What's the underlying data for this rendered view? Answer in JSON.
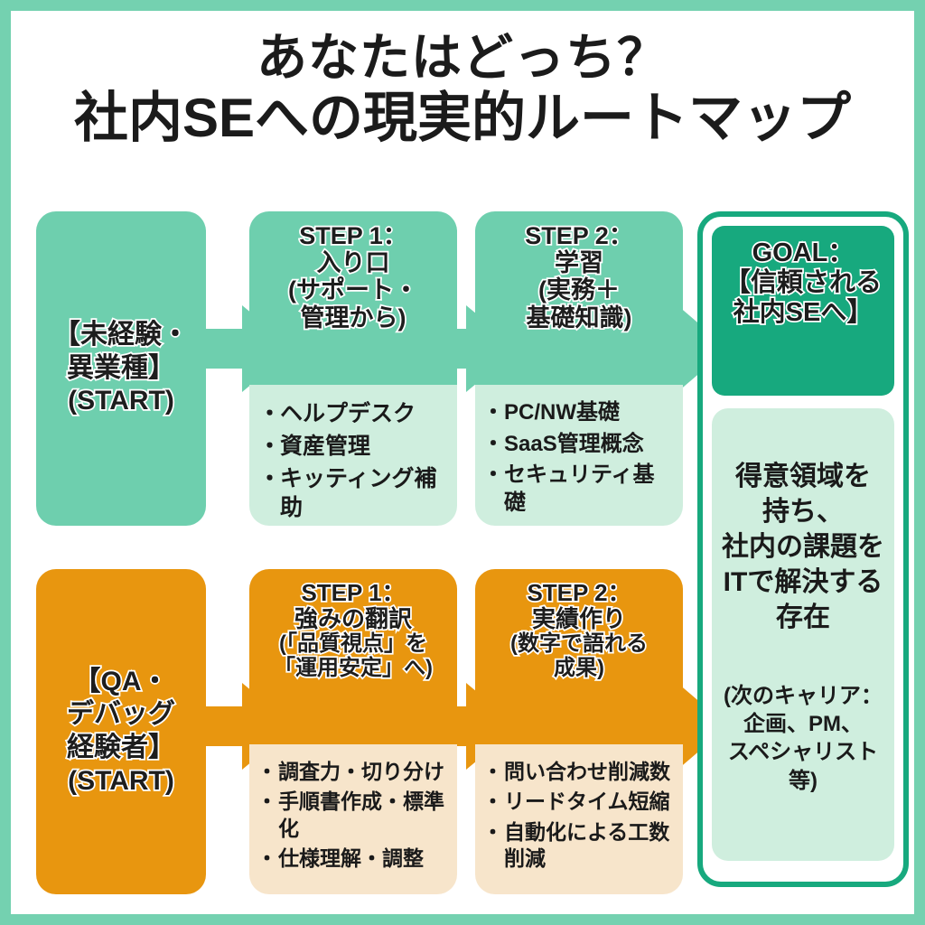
{
  "title": {
    "line1": "あなたはどっち？",
    "line2": "社内SEへの現実的ルートマップ"
  },
  "colors": {
    "frame": "#74D1B0",
    "green": "#6ECFAE",
    "green_light": "#CFEEDE",
    "green_dark": "#17A97E",
    "orange": "#E8960F",
    "orange_light": "#F7E5CB",
    "text": "#1A1A1A"
  },
  "tracks": [
    {
      "id": "green-track",
      "start": {
        "label_l1": "【未経験・",
        "label_l2": "異業種】",
        "label_l3": "(START)"
      },
      "steps": [
        {
          "head_l1": "STEP 1：",
          "head_l2": "入り口",
          "head_l3": "(サポート・",
          "head_l4": "管理から)",
          "bullets": [
            "ヘルプデスク",
            "資産管理",
            "キッティング補助"
          ]
        },
        {
          "head_l1": "STEP 2：",
          "head_l2": "学習",
          "head_l3": "(実務＋",
          "head_l4": "基礎知識)",
          "bullets": [
            "PC/NW基礎",
            "SaaS管理概念",
            "セキュリティ基礎"
          ]
        }
      ]
    },
    {
      "id": "orange-track",
      "start": {
        "label_l1": "【QA・",
        "label_l2": "デバッグ",
        "label_l3": "経験者】",
        "label_l4": "(START)"
      },
      "steps": [
        {
          "head_l1": "STEP 1：",
          "head_l2": "強みの翻訳",
          "head_l3": "(「品質視点」を",
          "head_l4": "「運用安定」へ)",
          "bullets": [
            "調査力・切り分け",
            "手順書作成・標準化",
            "仕様理解・調整"
          ]
        },
        {
          "head_l1": "STEP 2：",
          "head_l2": "実績作り",
          "head_l3": "(数字で語れる",
          "head_l4": "成果)",
          "bullets": [
            "問い合わせ削減数",
            "リードタイム短縮",
            "自動化による工数削減"
          ]
        }
      ]
    }
  ],
  "goal": {
    "head_l1": "GOAL：",
    "head_l2": "【信頼される",
    "head_l3": "社内SEへ】",
    "body_l1": "得意領域を",
    "body_l2": "持ち、",
    "body_l3": "社内の課題を",
    "body_l4": "ITで解決する",
    "body_l5": "存在",
    "sub_l1": "(次のキャリア：",
    "sub_l2": "企画、PM、",
    "sub_l3": "スペシャリスト等)"
  },
  "arrows": {
    "green_1": "arrow-right-green",
    "green_2": "arrow-right-green",
    "green_3": "arrow-right-green",
    "orange_1": "arrow-right-orange",
    "orange_2": "arrow-right-orange",
    "orange_3": "arrow-right-orange"
  }
}
